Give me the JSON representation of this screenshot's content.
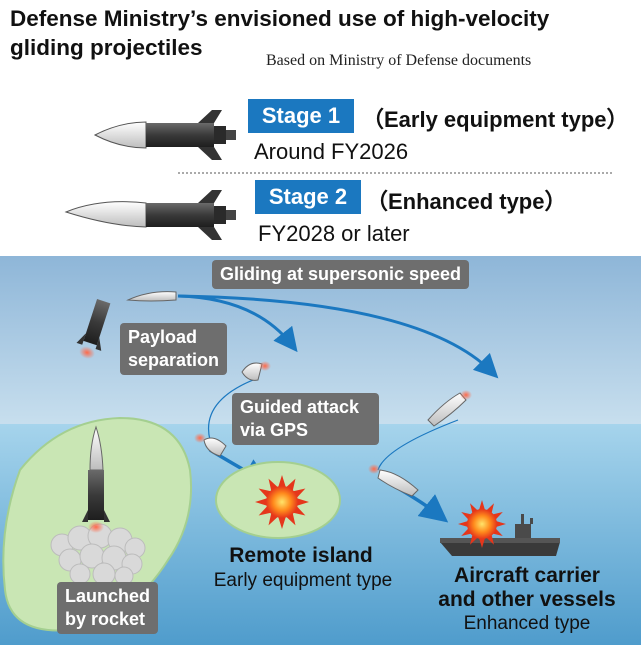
{
  "title_line1": "Defense Ministry’s envisioned use of high-velocity",
  "title_line2": "gliding projectiles",
  "source": "Based on Ministry of Defense documents",
  "stages": [
    {
      "label": "Stage 1",
      "type": "（Early equipment type）",
      "date": "Around FY2026"
    },
    {
      "label": "Stage 2",
      "type": "（Enhanced type）",
      "date": "FY2028 or later"
    }
  ],
  "callouts": {
    "gliding": "Gliding at supersonic speed",
    "payload_line1": "Payload",
    "payload_line2": "separation",
    "guided_line1": "Guided attack",
    "guided_line2": "via GPS",
    "launched_line1": "Launched",
    "launched_line2": "by rocket"
  },
  "targets": {
    "island_name": "Remote island",
    "island_type": "Early equipment type",
    "carrier_line1": "Aircraft carrier",
    "carrier_line2": "and other vessels",
    "carrier_type": "Enhanced type"
  },
  "colors": {
    "accent": "#1b78c0",
    "sky": "#9ec3e0",
    "sea": "#8cc3e2",
    "island": "#c9e6b4",
    "callout": "#6e6e6e"
  }
}
